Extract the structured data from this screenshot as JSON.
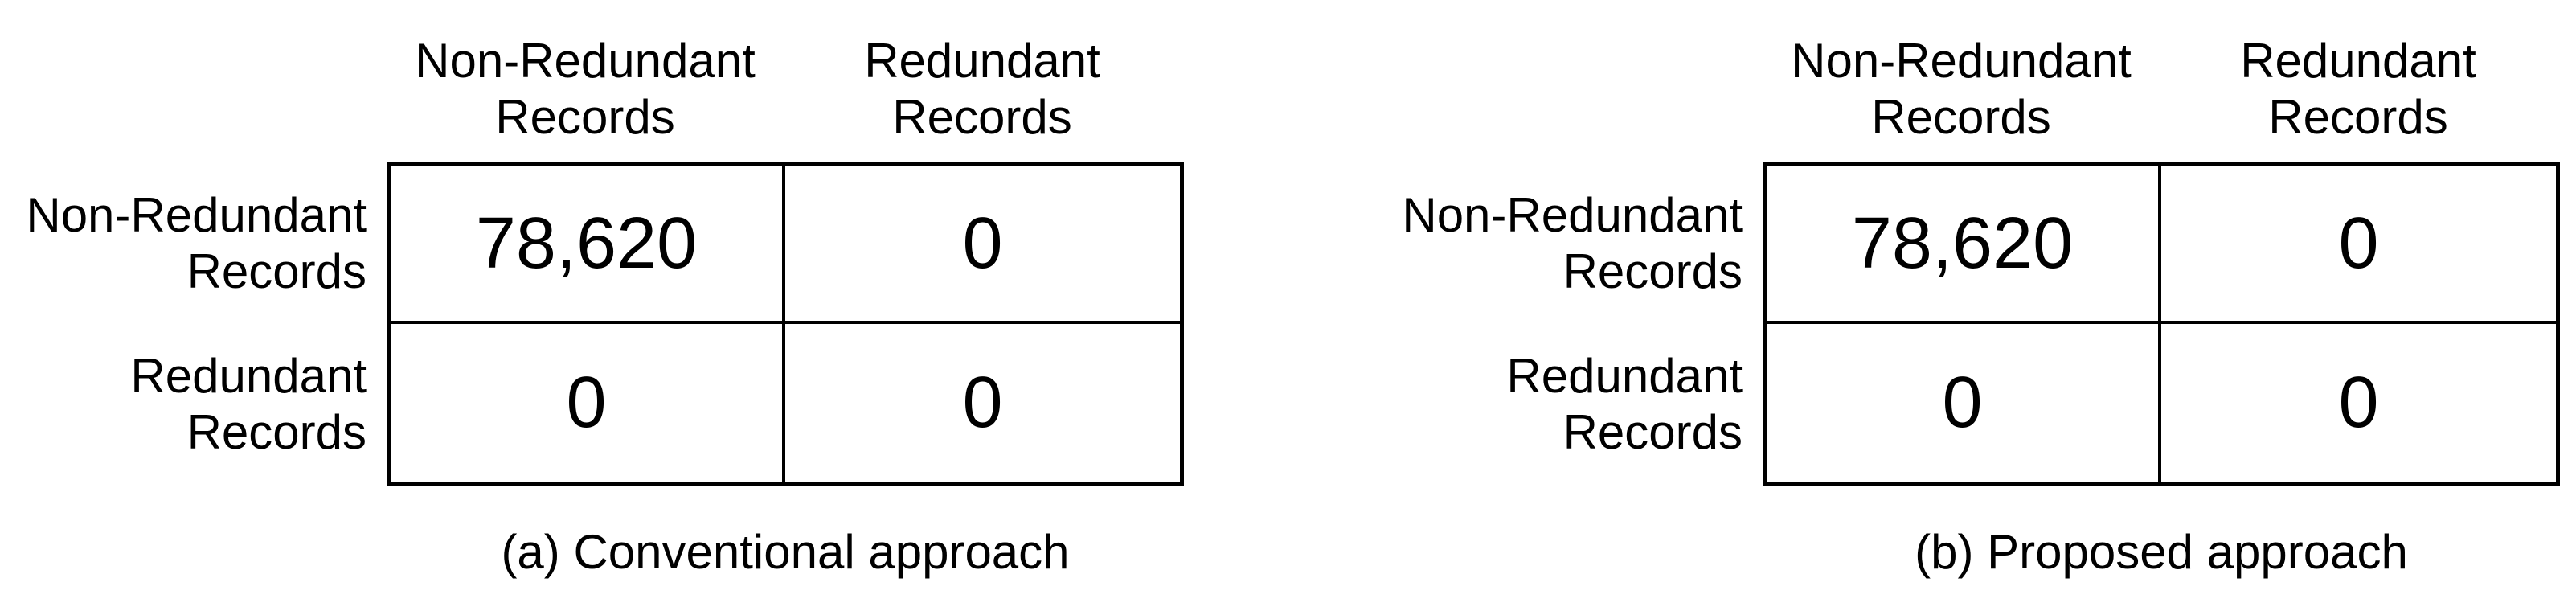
{
  "colors": {
    "background": "#ffffff",
    "text": "#000000",
    "line": "#000000"
  },
  "figure": {
    "panels": [
      {
        "caption": "(a) Conventional approach",
        "columns": [
          {
            "line1": "Non-Redundant",
            "line2": "Records"
          },
          {
            "line1": "Redundant",
            "line2": "Records"
          }
        ],
        "rows": [
          {
            "label_line1": "Non-Redundant",
            "label_line2": "Records",
            "cells": [
              "78,620",
              "0"
            ]
          },
          {
            "label_line1": "Redundant",
            "label_line2": "Records",
            "cells": [
              "0",
              "0"
            ]
          }
        ]
      },
      {
        "caption": "(b) Proposed approach",
        "columns": [
          {
            "line1": "Non-Redundant",
            "line2": "Records"
          },
          {
            "line1": "Redundant",
            "line2": "Records"
          }
        ],
        "rows": [
          {
            "label_line1": "Non-Redundant",
            "label_line2": "Records",
            "cells": [
              "78,620",
              "0"
            ]
          },
          {
            "label_line1": "Redundant",
            "label_line2": "Records",
            "cells": [
              "0",
              "0"
            ]
          }
        ]
      }
    ]
  },
  "chart_data": [
    {
      "type": "table",
      "title": "(a) Conventional approach",
      "columns": [
        "Non-Redundant Records",
        "Redundant Records"
      ],
      "rows": [
        "Non-Redundant Records",
        "Redundant Records"
      ],
      "values": [
        [
          78620,
          0
        ],
        [
          0,
          0
        ]
      ]
    },
    {
      "type": "table",
      "title": "(b) Proposed approach",
      "columns": [
        "Non-Redundant Records",
        "Redundant Records"
      ],
      "rows": [
        "Non-Redundant Records",
        "Redundant Records"
      ],
      "values": [
        [
          78620,
          0
        ],
        [
          0,
          0
        ]
      ]
    }
  ]
}
